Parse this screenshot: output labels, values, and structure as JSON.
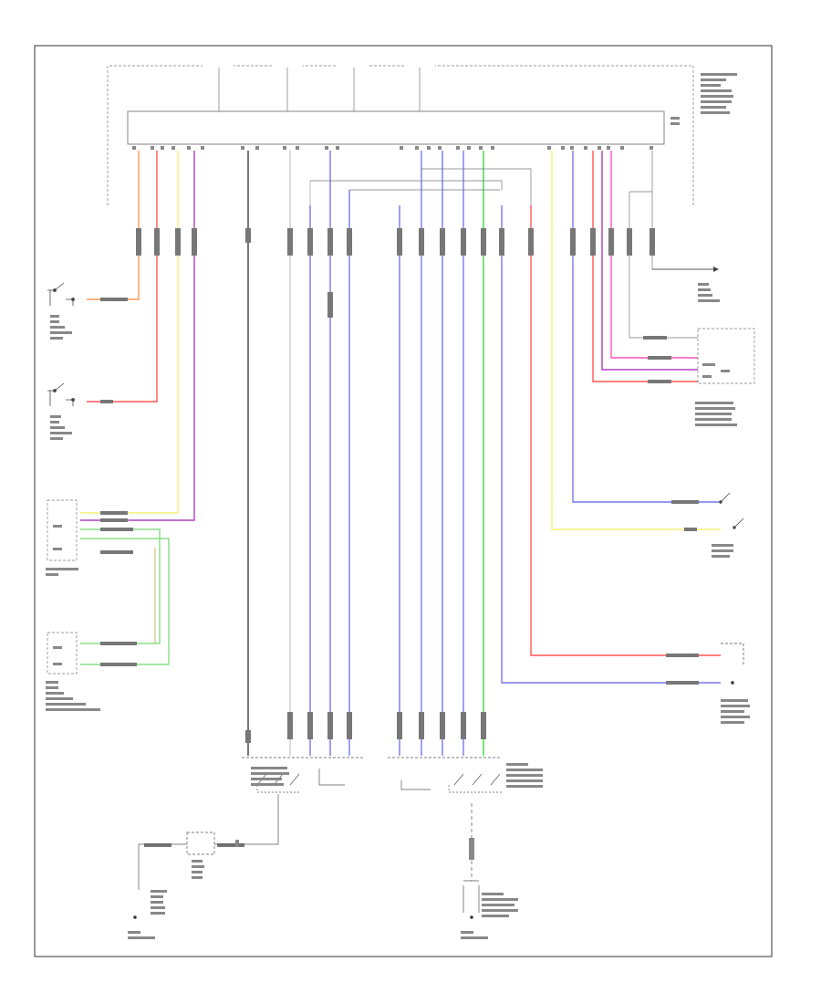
{
  "diagram": {
    "footer_code": "",
    "colors": {
      "orange": "#ff9955",
      "red": "#ff5555",
      "yellow": "#f5f07a",
      "purple": "#b040c0",
      "gray": "#555555",
      "blue": "#7777ee",
      "green": "#55dd55",
      "pink": "#ff55bb",
      "lightgreen": "#88dd88",
      "ltblue": "#7a7aee",
      "frame": "#333333"
    },
    "wires": [
      {
        "id": "w-orange",
        "color": "orange"
      },
      {
        "id": "w-red",
        "color": "red"
      },
      {
        "id": "w-yellow-1",
        "color": "yellow"
      },
      {
        "id": "w-purple",
        "color": "purple"
      },
      {
        "id": "w-ground-left",
        "color": "gray"
      },
      {
        "id": "w-blue-1",
        "color": "blue"
      },
      {
        "id": "w-green",
        "color": "green"
      },
      {
        "id": "w-pink",
        "color": "pink"
      },
      {
        "id": "w-red-right",
        "color": "red"
      },
      {
        "id": "w-yellow-right",
        "color": "yellow"
      }
    ]
  }
}
